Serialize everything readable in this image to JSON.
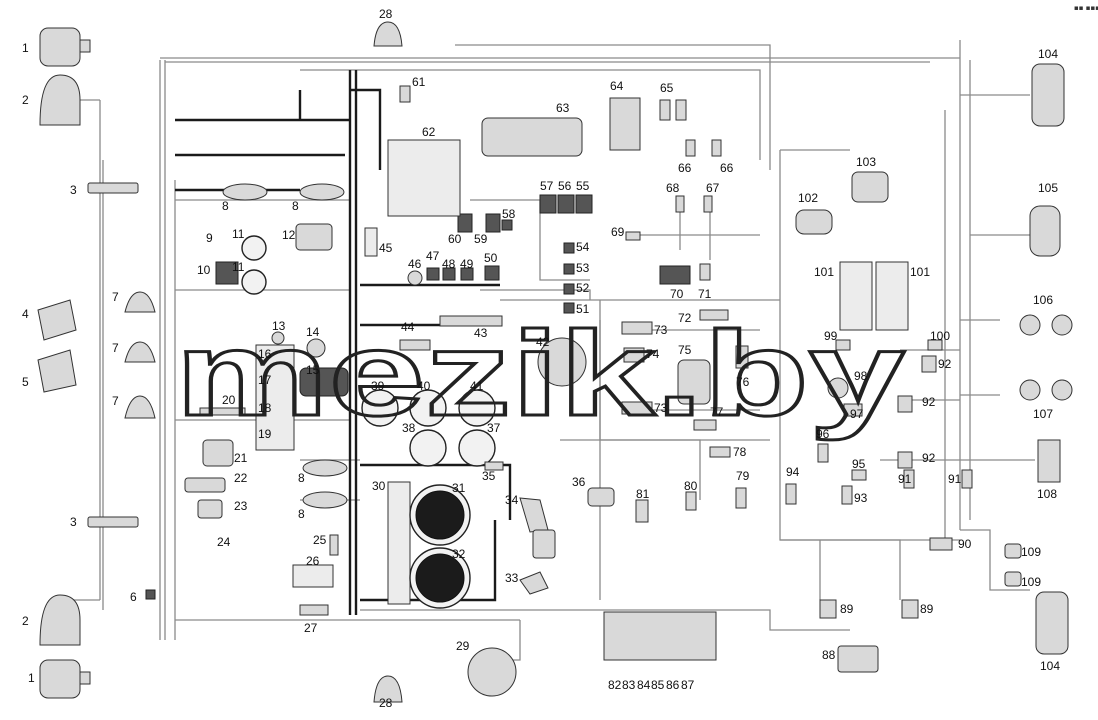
{
  "watermark": "mezik.by",
  "corner_mark": "▪▪ ▪▪▪",
  "callouts": [
    {
      "id": "c1a",
      "text": "1"
    },
    {
      "id": "c1b",
      "text": "1"
    },
    {
      "id": "c2a",
      "text": "2"
    },
    {
      "id": "c2b",
      "text": "2"
    },
    {
      "id": "c3a",
      "text": "3"
    },
    {
      "id": "c3b",
      "text": "3"
    },
    {
      "id": "c4",
      "text": "4"
    },
    {
      "id": "c5",
      "text": "5"
    },
    {
      "id": "c6",
      "text": "6"
    },
    {
      "id": "c7a",
      "text": "7"
    },
    {
      "id": "c7b",
      "text": "7"
    },
    {
      "id": "c7c",
      "text": "7"
    },
    {
      "id": "c8a",
      "text": "8"
    },
    {
      "id": "c8b",
      "text": "8"
    },
    {
      "id": "c8c",
      "text": "8"
    },
    {
      "id": "c8d",
      "text": "8"
    },
    {
      "id": "c9",
      "text": "9"
    },
    {
      "id": "c10",
      "text": "10"
    },
    {
      "id": "c11a",
      "text": "11"
    },
    {
      "id": "c11b",
      "text": "11"
    },
    {
      "id": "c12",
      "text": "12"
    },
    {
      "id": "c13",
      "text": "13"
    },
    {
      "id": "c14",
      "text": "14"
    },
    {
      "id": "c15",
      "text": "15"
    },
    {
      "id": "c16",
      "text": "16"
    },
    {
      "id": "c17",
      "text": "17"
    },
    {
      "id": "c18",
      "text": "18"
    },
    {
      "id": "c19",
      "text": "19"
    },
    {
      "id": "c20",
      "text": "20"
    },
    {
      "id": "c21",
      "text": "21"
    },
    {
      "id": "c22",
      "text": "22"
    },
    {
      "id": "c23",
      "text": "23"
    },
    {
      "id": "c24",
      "text": "24"
    },
    {
      "id": "c25",
      "text": "25"
    },
    {
      "id": "c26",
      "text": "26"
    },
    {
      "id": "c27",
      "text": "27"
    },
    {
      "id": "c28a",
      "text": "28"
    },
    {
      "id": "c28b",
      "text": "28"
    },
    {
      "id": "c29",
      "text": "29"
    },
    {
      "id": "c30",
      "text": "30"
    },
    {
      "id": "c31",
      "text": "31"
    },
    {
      "id": "c32",
      "text": "32"
    },
    {
      "id": "c33",
      "text": "33"
    },
    {
      "id": "c34",
      "text": "34"
    },
    {
      "id": "c35",
      "text": "35"
    },
    {
      "id": "c36",
      "text": "36"
    },
    {
      "id": "c37",
      "text": "37"
    },
    {
      "id": "c38",
      "text": "38"
    },
    {
      "id": "c39",
      "text": "39"
    },
    {
      "id": "c40",
      "text": "40"
    },
    {
      "id": "c41",
      "text": "41"
    },
    {
      "id": "c42",
      "text": "42"
    },
    {
      "id": "c43",
      "text": "43"
    },
    {
      "id": "c44",
      "text": "44"
    },
    {
      "id": "c45",
      "text": "45"
    },
    {
      "id": "c46",
      "text": "46"
    },
    {
      "id": "c47",
      "text": "47"
    },
    {
      "id": "c48",
      "text": "48"
    },
    {
      "id": "c49",
      "text": "49"
    },
    {
      "id": "c50",
      "text": "50"
    },
    {
      "id": "c51",
      "text": "51"
    },
    {
      "id": "c52",
      "text": "52"
    },
    {
      "id": "c53",
      "text": "53"
    },
    {
      "id": "c54",
      "text": "54"
    },
    {
      "id": "c55",
      "text": "55"
    },
    {
      "id": "c56",
      "text": "56"
    },
    {
      "id": "c57",
      "text": "57"
    },
    {
      "id": "c58",
      "text": "58"
    },
    {
      "id": "c59",
      "text": "59"
    },
    {
      "id": "c60",
      "text": "60"
    },
    {
      "id": "c61",
      "text": "61"
    },
    {
      "id": "c62",
      "text": "62"
    },
    {
      "id": "c63",
      "text": "63"
    },
    {
      "id": "c64",
      "text": "64"
    },
    {
      "id": "c65",
      "text": "65"
    },
    {
      "id": "c66a",
      "text": "66"
    },
    {
      "id": "c66b",
      "text": "66"
    },
    {
      "id": "c67",
      "text": "67"
    },
    {
      "id": "c68",
      "text": "68"
    },
    {
      "id": "c69",
      "text": "69"
    },
    {
      "id": "c70",
      "text": "70"
    },
    {
      "id": "c71",
      "text": "71"
    },
    {
      "id": "c72",
      "text": "72"
    },
    {
      "id": "c73a",
      "text": "73"
    },
    {
      "id": "c73b",
      "text": "73"
    },
    {
      "id": "c74",
      "text": "74"
    },
    {
      "id": "c75",
      "text": "75"
    },
    {
      "id": "c76",
      "text": "76"
    },
    {
      "id": "c77",
      "text": "77"
    },
    {
      "id": "c78",
      "text": "78"
    },
    {
      "id": "c79",
      "text": "79"
    },
    {
      "id": "c80",
      "text": "80"
    },
    {
      "id": "c81",
      "text": "81"
    },
    {
      "id": "c82",
      "text": "82"
    },
    {
      "id": "c83",
      "text": "83"
    },
    {
      "id": "c84",
      "text": "84"
    },
    {
      "id": "c85",
      "text": "85"
    },
    {
      "id": "c86",
      "text": "86"
    },
    {
      "id": "c87",
      "text": "87"
    },
    {
      "id": "c88",
      "text": "88"
    },
    {
      "id": "c89a",
      "text": "89"
    },
    {
      "id": "c89b",
      "text": "89"
    },
    {
      "id": "c90",
      "text": "90"
    },
    {
      "id": "c91a",
      "text": "91"
    },
    {
      "id": "c91b",
      "text": "91"
    },
    {
      "id": "c92a",
      "text": "92"
    },
    {
      "id": "c92b",
      "text": "92"
    },
    {
      "id": "c92c",
      "text": "92"
    },
    {
      "id": "c93",
      "text": "93"
    },
    {
      "id": "c94",
      "text": "94"
    },
    {
      "id": "c95",
      "text": "95"
    },
    {
      "id": "c96",
      "text": "96"
    },
    {
      "id": "c97",
      "text": "97"
    },
    {
      "id": "c98",
      "text": "98"
    },
    {
      "id": "c99",
      "text": "99"
    },
    {
      "id": "c100",
      "text": "100"
    },
    {
      "id": "c101a",
      "text": "101"
    },
    {
      "id": "c101b",
      "text": "101"
    },
    {
      "id": "c102",
      "text": "102"
    },
    {
      "id": "c103",
      "text": "103"
    },
    {
      "id": "c104a",
      "text": "104"
    },
    {
      "id": "c104b",
      "text": "104"
    },
    {
      "id": "c105",
      "text": "105"
    },
    {
      "id": "c106",
      "text": "106"
    },
    {
      "id": "c107",
      "text": "107"
    },
    {
      "id": "c108",
      "text": "108"
    },
    {
      "id": "c109a",
      "text": "109"
    },
    {
      "id": "c109b",
      "text": "109"
    }
  ]
}
